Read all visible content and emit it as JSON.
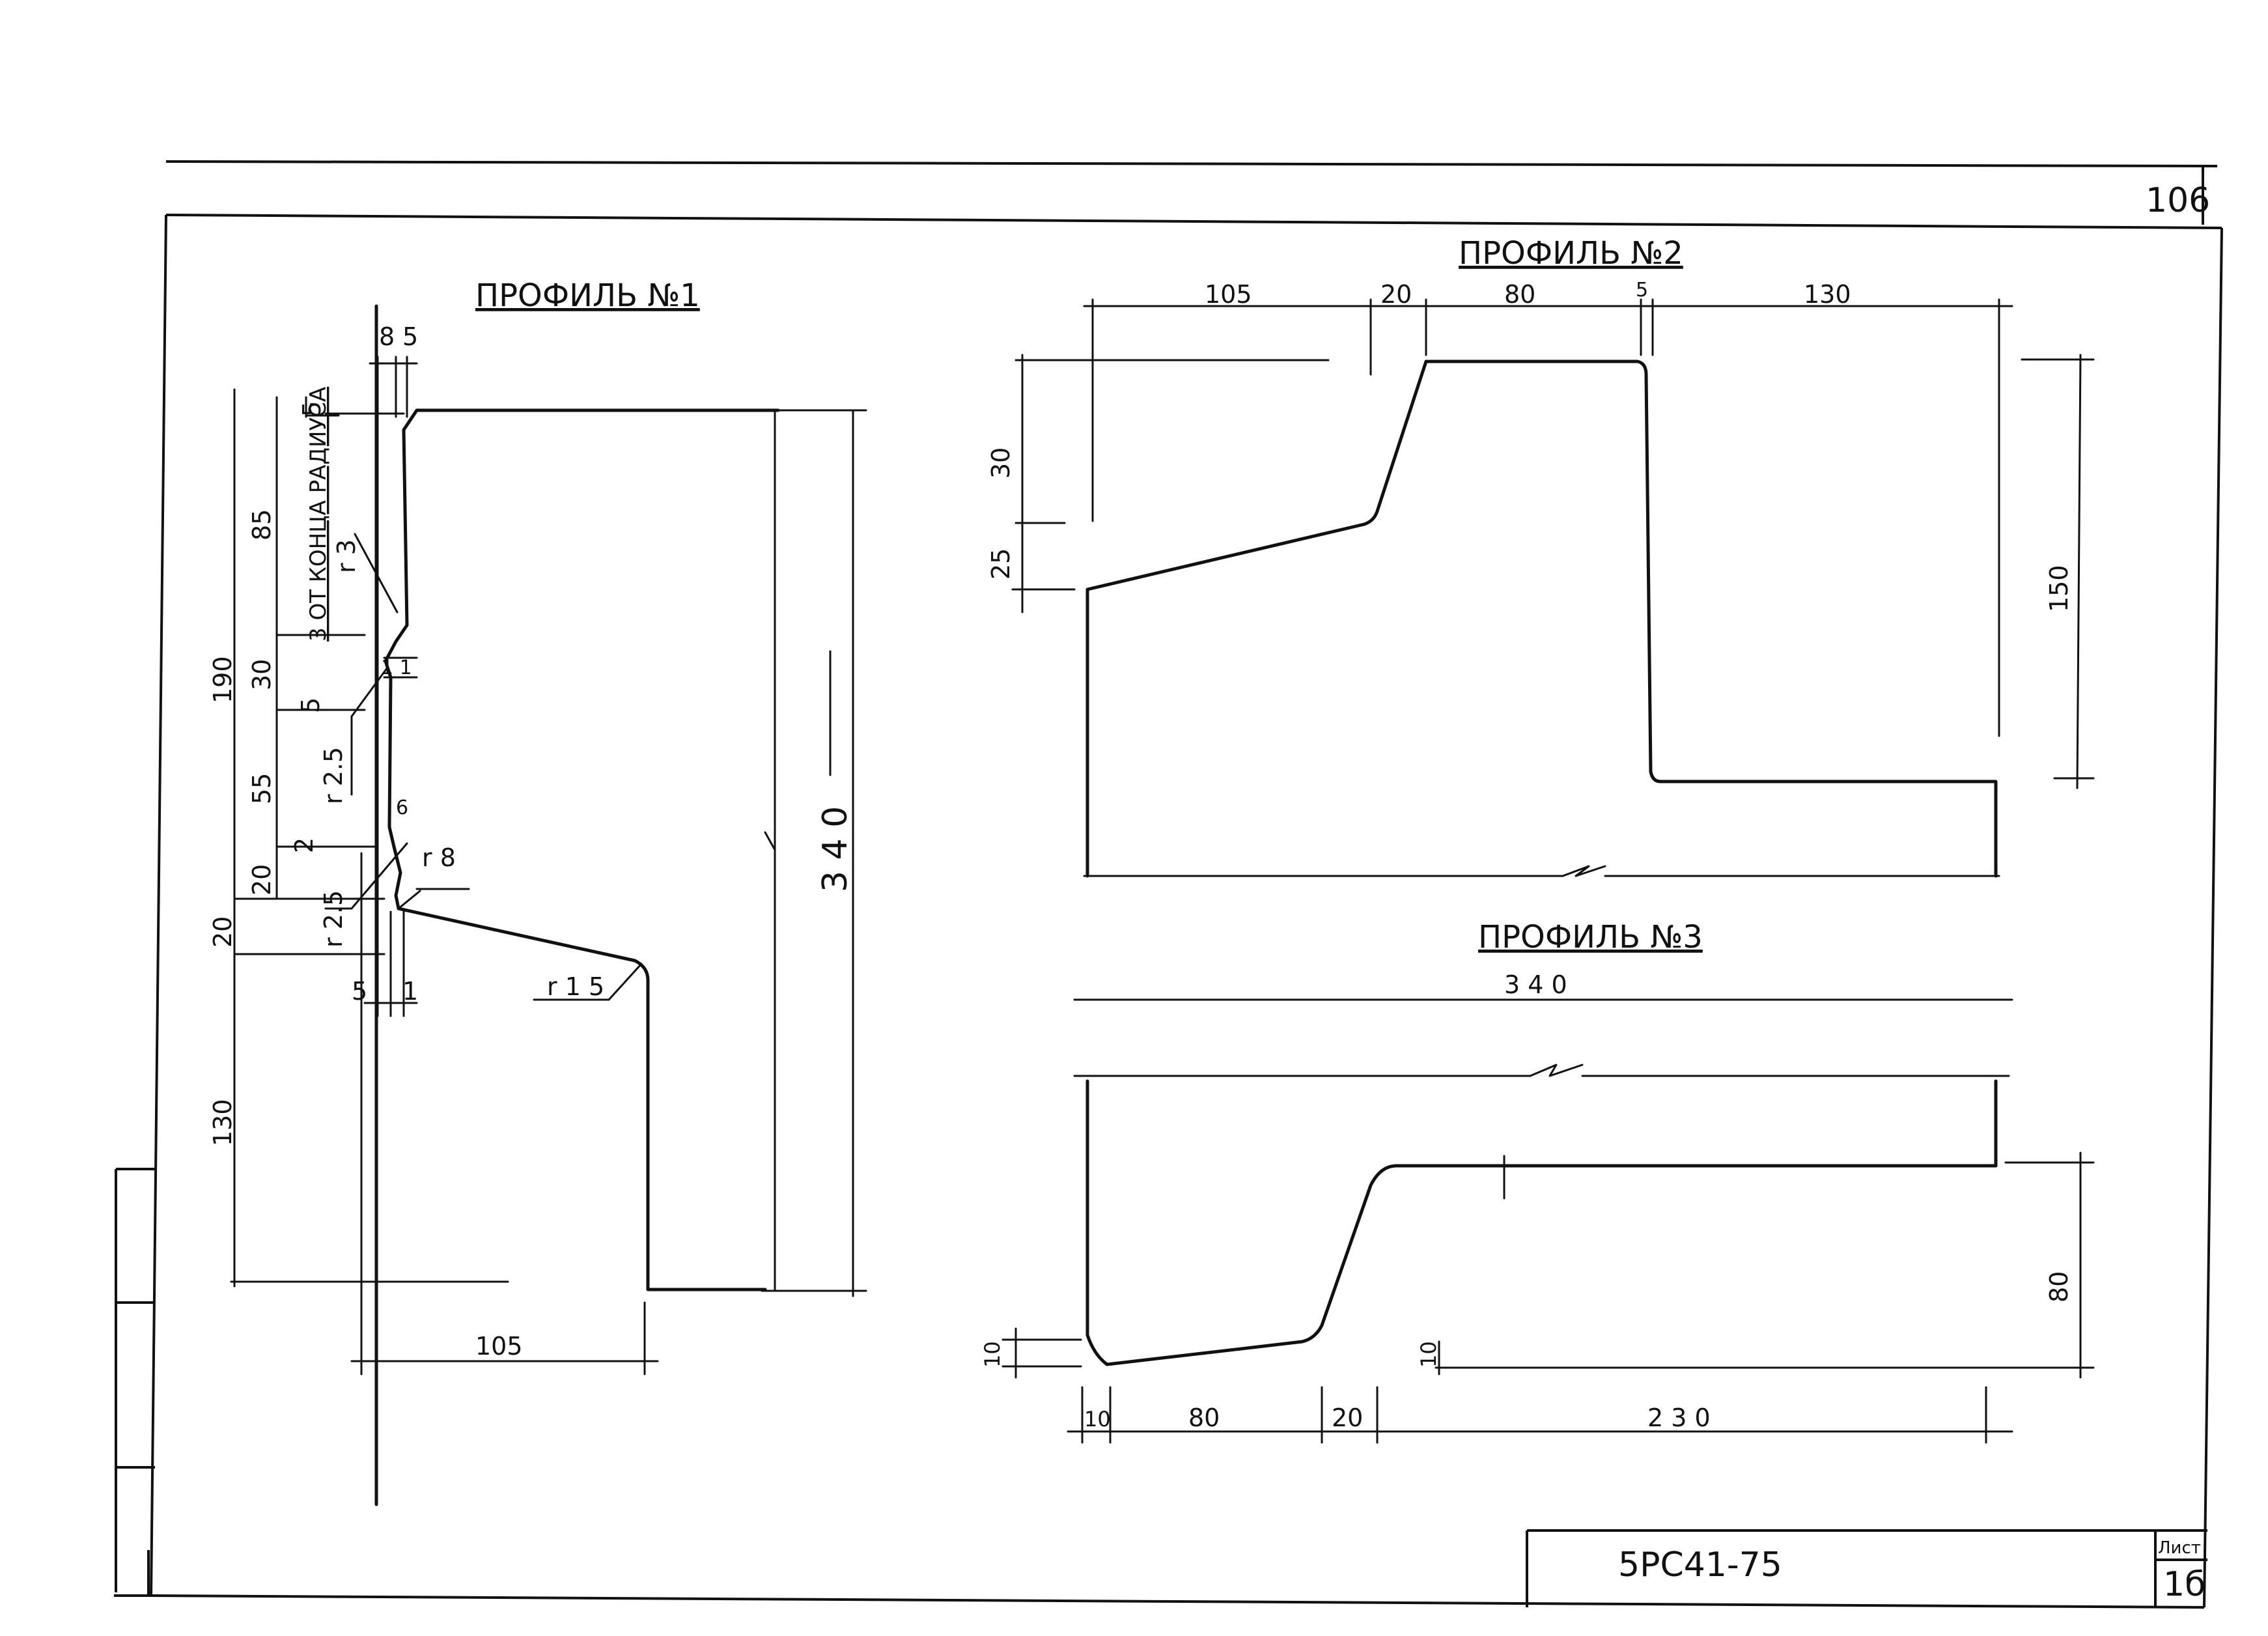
{
  "sheet": {
    "page_number": "106",
    "doc_code": "5РС41-75",
    "sheet_label": "Лист",
    "sheet_number": "1б"
  },
  "profile1": {
    "title": "ПРОФИЛЬ №1",
    "dims": {
      "d8": "8",
      "d5top": "5",
      "d5side": "5",
      "d85": "85",
      "note": "3 ОТ КОНЦА РАДИУСА",
      "r3": "r 3",
      "d190": "190",
      "d30": "30",
      "d11": "1 1",
      "d5b": "5",
      "r25a": "r 2.5",
      "d55": "55",
      "d6": "6",
      "d2": "2",
      "r8": "r 8",
      "d20a": "20",
      "r25b": "r 2.5",
      "d20b": "20",
      "d5bot": "5",
      "d1": "1",
      "r15": "r 1 5",
      "d340": "3 4 0",
      "d130": "130",
      "d105": "105"
    }
  },
  "profile2": {
    "title": "ПРОФИЛЬ №2",
    "dims": {
      "d105": "105",
      "d20": "20",
      "d80": "80",
      "d5": "5",
      "d130": "130",
      "d30": "30",
      "d25": "25",
      "d150": "150"
    }
  },
  "profile3": {
    "title": "ПРОФИЛЬ №3",
    "dims": {
      "d340": "3 4 0",
      "d80v": "80",
      "d10l": "10",
      "d10r": "10",
      "b10": "10",
      "b80": "80",
      "b20": "20",
      "b230": "2 3 0"
    }
  }
}
